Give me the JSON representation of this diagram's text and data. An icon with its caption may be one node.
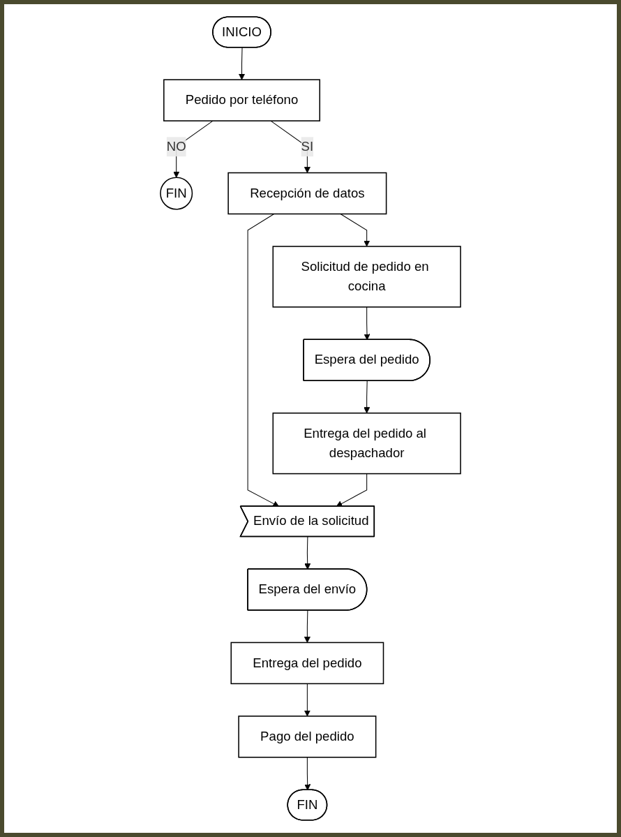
{
  "diagram": {
    "nodes": [
      {
        "text": [
          "INICIO"
        ]
      },
      {
        "text": [
          "Pedido por teléfono"
        ]
      },
      {
        "text": [
          "FIN"
        ]
      },
      {
        "text": [
          "Recepción de datos"
        ]
      },
      {
        "text": [
          "Solicitud de pedido en cocina"
        ]
      },
      {
        "text": [
          "Espera del pedido"
        ]
      },
      {
        "text": [
          "Envío de la solicitud"
        ]
      },
      {
        "text": [
          "Entrega del pedido al despachador"
        ]
      },
      {
        "text": [
          "Espera del envío"
        ]
      },
      {
        "text": [
          "Entrega del pedido"
        ]
      },
      {
        "text": [
          "Pago del pedido"
        ]
      },
      {
        "text": [
          "FIN"
        ]
      }
    ],
    "edges": [
      {
        "from": 0,
        "to": 1,
        "arrow": "to"
      },
      {
        "from": 1,
        "to": 2,
        "arrow": "to",
        "label": "NO"
      },
      {
        "from": 1,
        "to": 3,
        "arrow": "to",
        "label": "SI"
      },
      {
        "from": 3,
        "to": 4,
        "arrow": "to"
      },
      {
        "from": 4,
        "to": 5,
        "arrow": "to"
      },
      {
        "from": 5,
        "to": 7,
        "arrow": "to"
      },
      {
        "from": 3,
        "to": 6,
        "arrow": "to"
      },
      {
        "from": 7,
        "to": 6,
        "arrow": "to"
      },
      {
        "from": 6,
        "to": 8,
        "arrow": "to"
      },
      {
        "from": 8,
        "to": 9,
        "arrow": "to"
      },
      {
        "from": 9,
        "to": 10,
        "arrow": "to"
      },
      {
        "from": 10,
        "to": 11,
        "arrow": "to"
      }
    ]
  }
}
